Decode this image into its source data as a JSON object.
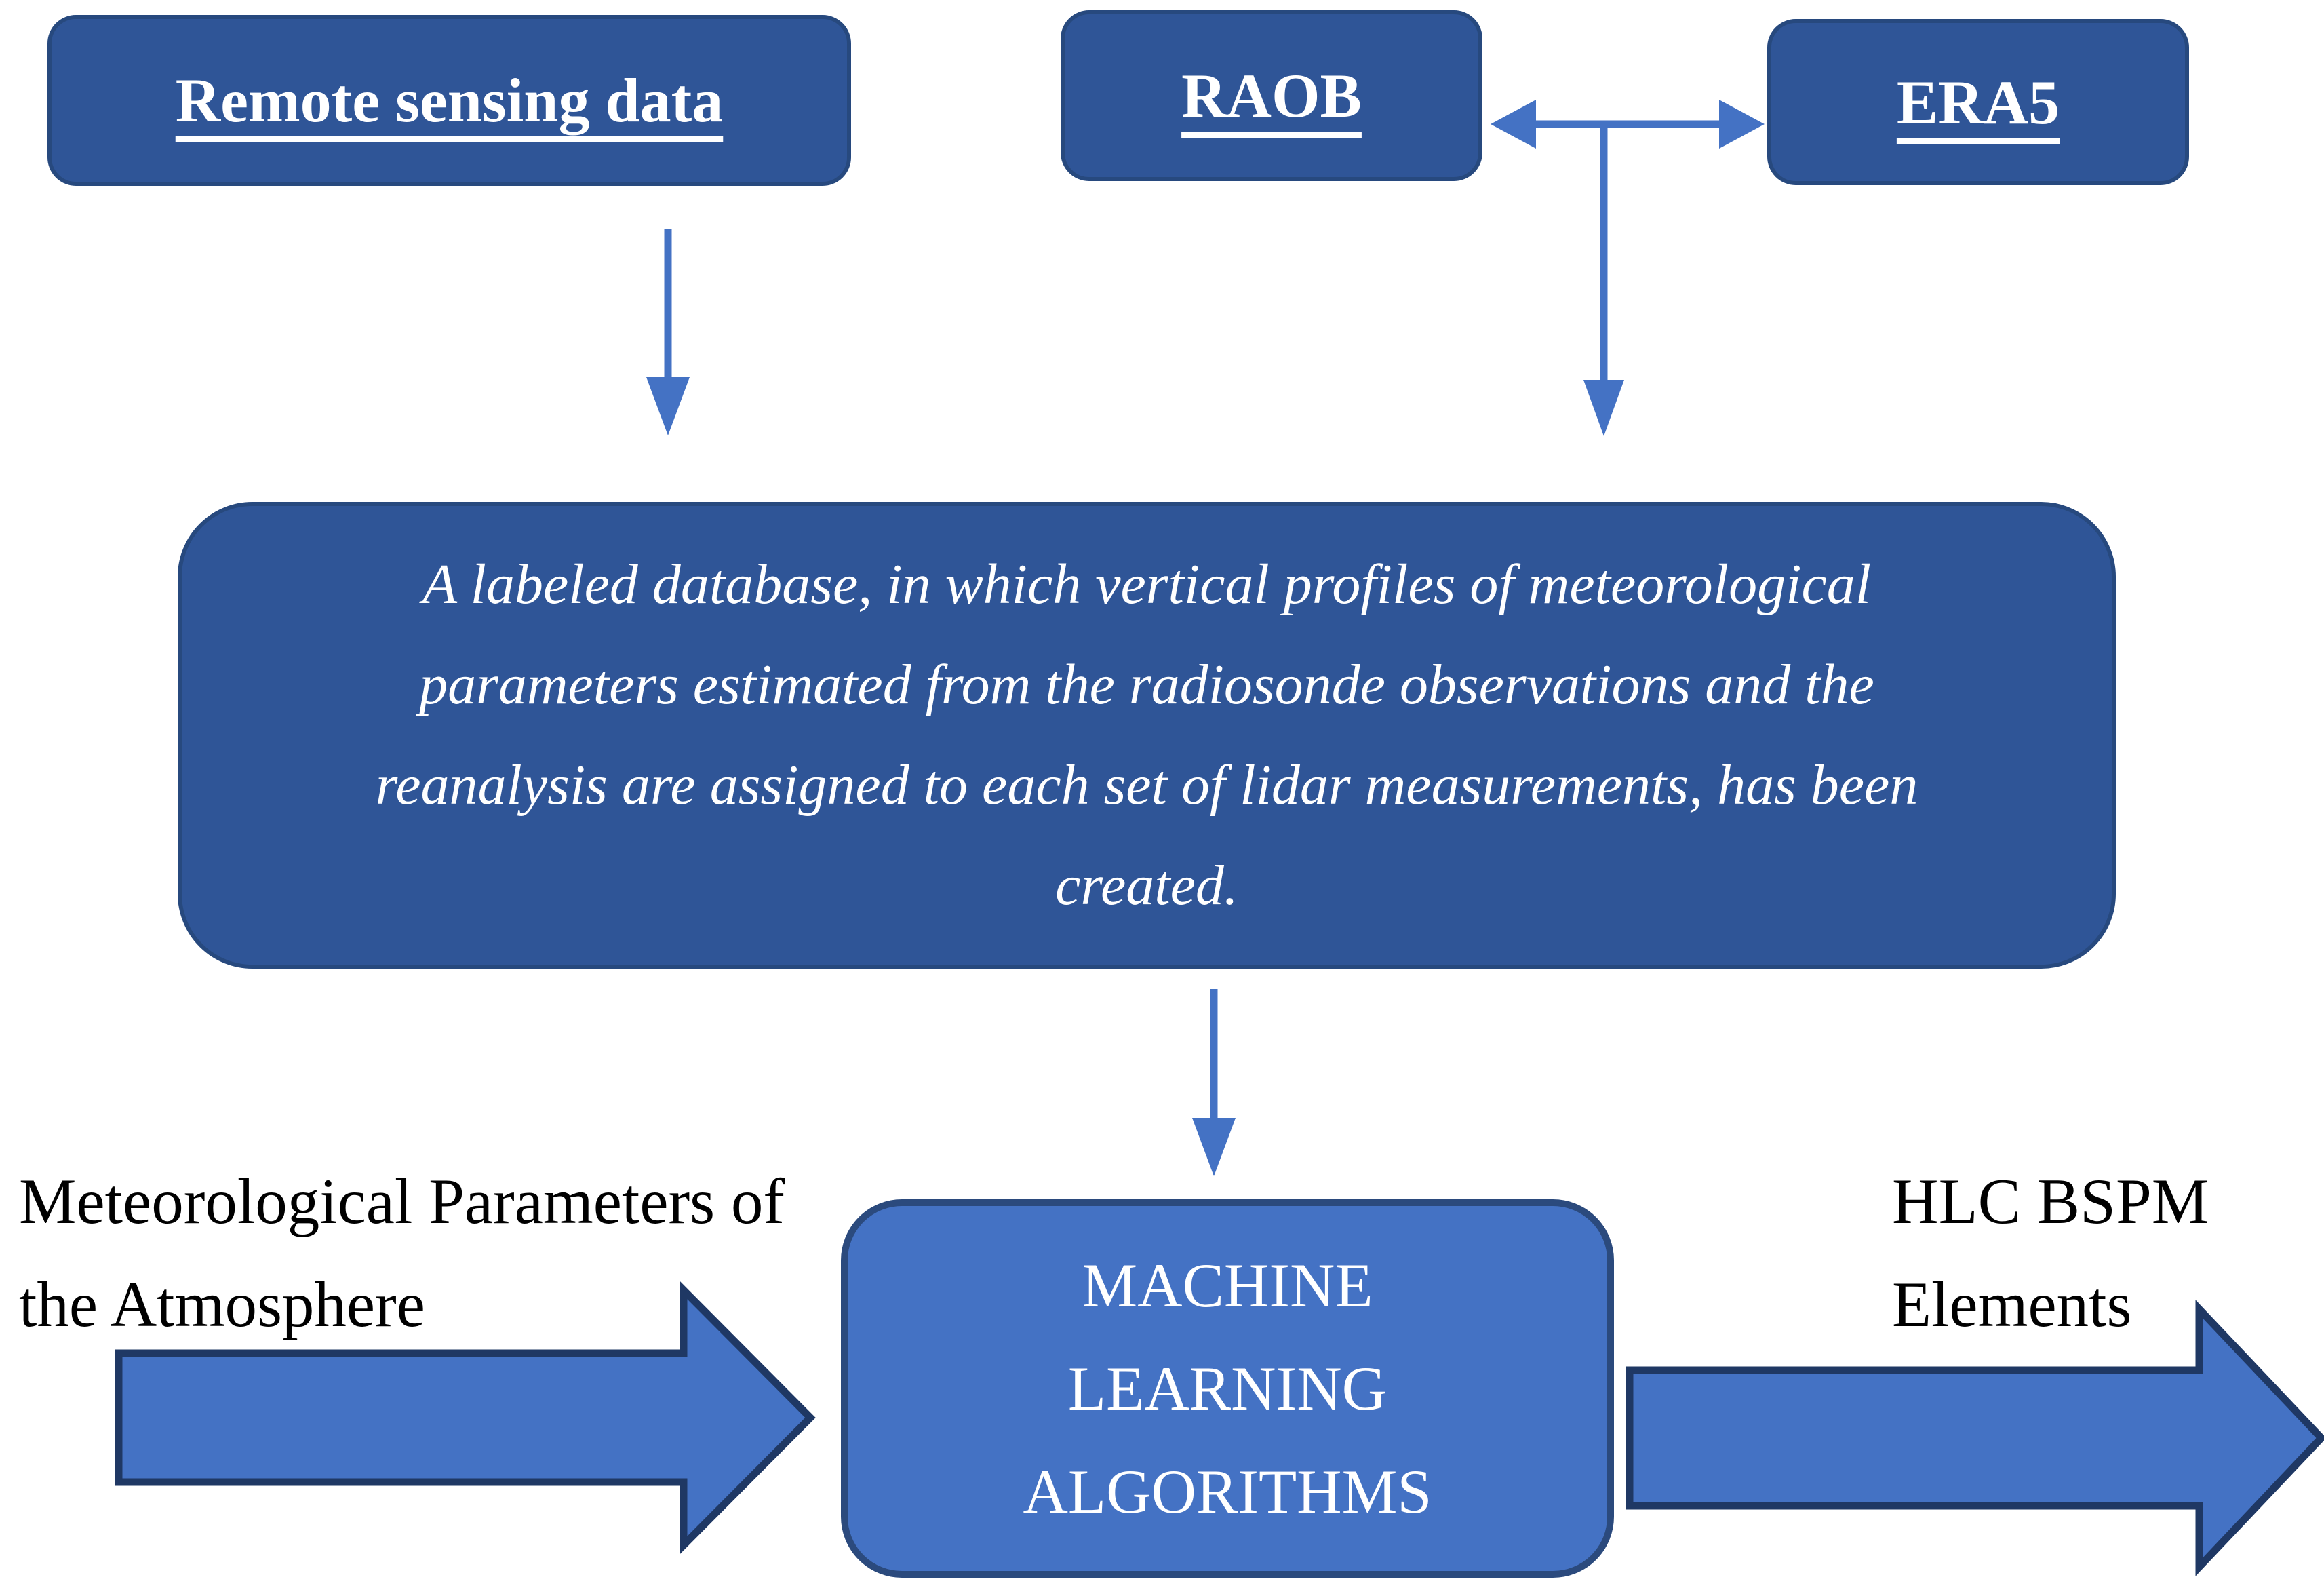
{
  "colors": {
    "box_dark": "#2F5597",
    "box_dark_border": "#27497E",
    "box_light": "#4472C4",
    "box_light_border": "#2B4A7D",
    "connector": "#4472C4",
    "block_arrow_fill": "#4472C4",
    "block_arrow_outline": "#1F3864",
    "text_on_dark": "#FFFFFF",
    "label_text": "#000000",
    "background": "#FFFFFF"
  },
  "nodes": {
    "remote_sensing": {
      "label": "Remote sensing data"
    },
    "raob": {
      "label": "RAOB"
    },
    "era5": {
      "label": "ERA5"
    },
    "database": {
      "lines": [
        "A labeled database, in which vertical profiles of meteorological",
        "parameters estimated from the radiosonde observations and the",
        "reanalysis are assigned to each set of lidar measurements, has been",
        "created."
      ]
    },
    "ml": {
      "lines": [
        "MACHINE",
        "LEARNING",
        "ALGORITHMS"
      ]
    }
  },
  "labels": {
    "input": {
      "lines": [
        "Meteorological Parameters of",
        "the Atmosphere"
      ]
    },
    "output": {
      "lines": [
        "HLC BSPM",
        "Elements"
      ]
    }
  }
}
